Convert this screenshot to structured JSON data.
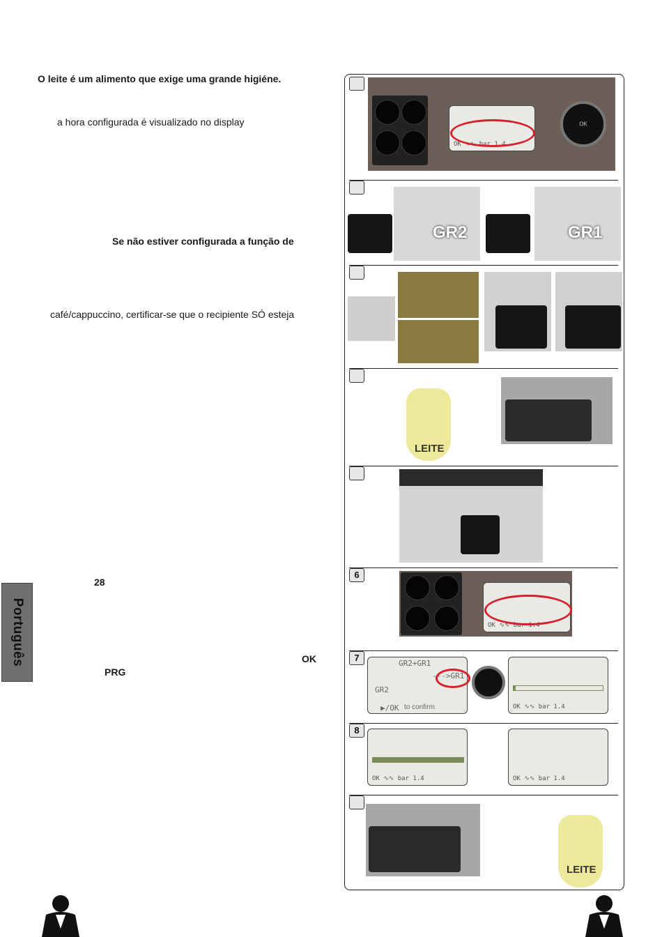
{
  "text": {
    "heading": "O leite é um alimento que exige uma grande higiéne.",
    "line1": "a hora configurada é visualizado no display",
    "line2": "Se não estiver configurada a função de",
    "line3": "café/cappuccino, certificar-se que o recipiente SÓ esteja",
    "page_ref": "28",
    "key_ok": "OK",
    "key_prg": "PRG",
    "language_tab": "Português"
  },
  "panel": {
    "steps": [
      "6",
      "7",
      "8"
    ],
    "group_labels": [
      "GR2",
      "GR1"
    ],
    "milk_label": "LEITE",
    "lcd_status": "OK  ∿∿  bar 1.4",
    "lcd_menu": {
      "line1": "GR2+GR1",
      "arrow_option": "--->GR1",
      "option2": "GR2",
      "confirm_prefix": "▶/OK",
      "confirm_text": "to confirm"
    },
    "knob_center": "OK",
    "progress_fill_fraction_step7": 0.02,
    "progress_fill_fraction_step8": 1.0
  },
  "colors": {
    "accent_red": "#d8202a",
    "tab_gray": "#6f6f6f",
    "arrow_blue": "#3fb6d8",
    "jug_yellow": "#eee89a"
  }
}
